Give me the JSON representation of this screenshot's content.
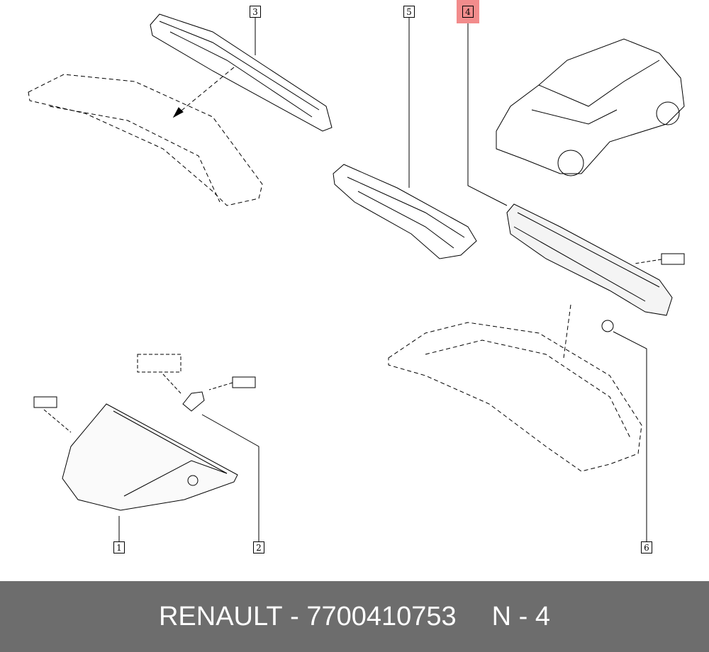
{
  "callouts": [
    "1",
    "2",
    "3",
    "4",
    "5",
    "6"
  ],
  "highlight_color": "#f28c8c",
  "footer": {
    "brand": "RENAULT",
    "separator": " - ",
    "part_number": "7700410753",
    "ref": "N - 4"
  }
}
